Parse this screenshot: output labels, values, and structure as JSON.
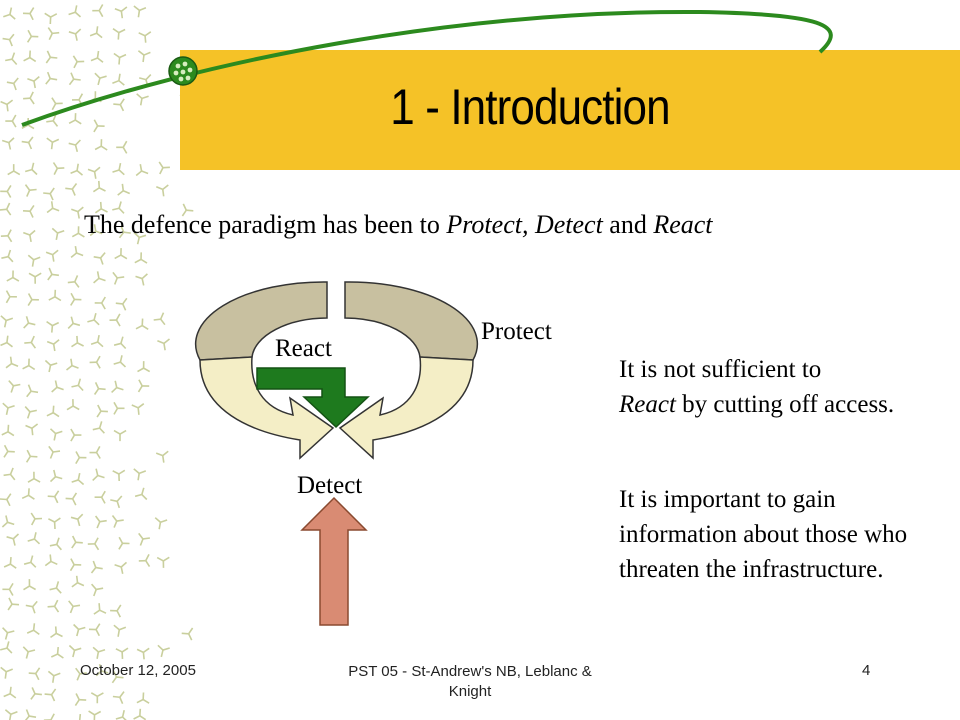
{
  "title": "1 - Introduction",
  "intro": {
    "prefix": "The defence paradigm has been to ",
    "protect": "Protect,",
    "detect": "Detect",
    "and": " and ",
    "react": "React"
  },
  "diagram": {
    "protect_label": "Protect",
    "react_label": "React",
    "detect_label": "Detect"
  },
  "body": {
    "p1_line1": "It is not sufficient to",
    "p1_react": "React",
    "p1_rest": " by cutting off access.",
    "p2": "It is important to gain information about those who threaten the infrastructure."
  },
  "footer": {
    "date": "October 12, 2005",
    "center": "PST 05 - St-Andrew's NB, Leblanc & Knight",
    "page": "4"
  },
  "colors": {
    "title_band": "#f5c227",
    "swoosh": "#2c8a1e",
    "ring_top": "#c8c0a0",
    "ring_bottom": "#f4eec6",
    "react_arrow": "#1e7a1e",
    "detect_arrow": "#d98b73",
    "background_pattern": "#c9cf9d"
  }
}
